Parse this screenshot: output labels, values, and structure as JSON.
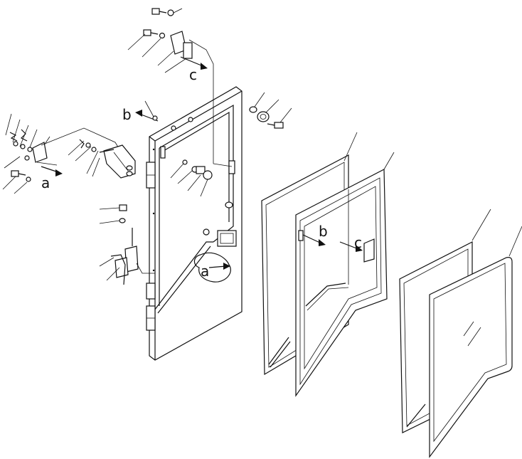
{
  "diagram": {
    "callouts": {
      "a_left": "a",
      "a_panel": "a",
      "b_top": "b",
      "b_frame": "b",
      "c_top": "c",
      "c_frame": "c"
    }
  }
}
